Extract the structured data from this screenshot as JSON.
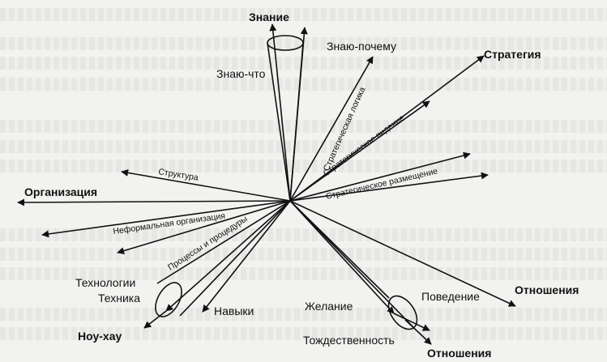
{
  "colors": {
    "ink": "#111111",
    "paper": "#f2f2f0"
  },
  "labels": {
    "znanie": "Знание",
    "znayu_pochemu": "Знаю-почему",
    "znayu_chto": "Знаю-что",
    "strategiya": "Стратегия",
    "strategicheskaya_logika": "Стратегическая логика",
    "strategicheskoe_videnie": "Стратегическое видение",
    "strategicheskoe_razmeshchenie": "Стратегическое размещение",
    "struktura": "Структура",
    "organizatsiya": "Организация",
    "neformalnaya_organizatsiya": "Неформальная организация",
    "protsessy": "Процессы и процедуры",
    "tekhnologii": "Технологии",
    "tekhnika": "Техника",
    "nou_khau": "Ноу-хау",
    "navyki": "Навыки",
    "zhelanie": "Желание",
    "povedenie": "Поведение",
    "otnosheniya_right": "Отношения",
    "tozhdestvennost": "Тождественность",
    "otnosheniya_bottom": "Отношения"
  }
}
